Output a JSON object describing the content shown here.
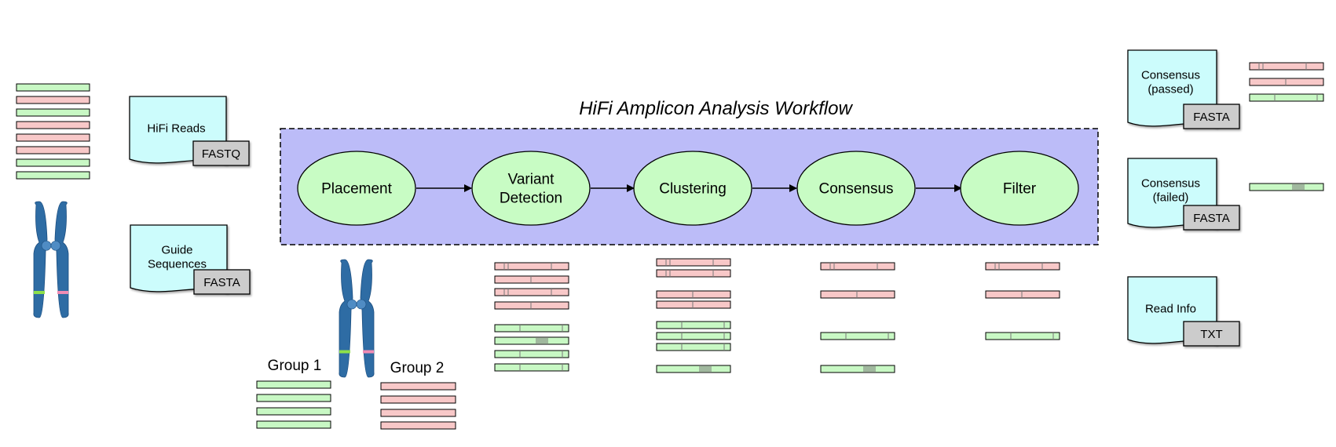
{
  "title": "HiFi Amplicon Analysis Workflow",
  "workflow_steps": [
    "Placement",
    "Variant\nDetection",
    "Clustering",
    "Consensus",
    "Filter"
  ],
  "inputs": [
    {
      "label": "HiFi Reads",
      "format": "FASTQ"
    },
    {
      "label": "Guide\nSequences",
      "format": "FASTA"
    }
  ],
  "outputs": [
    {
      "label": "Consensus\n(passed)",
      "format": "FASTA"
    },
    {
      "label": "Consensus\n(failed)",
      "format": "FASTA"
    },
    {
      "label": "Read Info",
      "format": "TXT"
    }
  ],
  "groups": {
    "group1": "Group 1",
    "group2": "Group 2"
  },
  "colors": {
    "workflow_box": "#bcbcf8",
    "ellipse": "#c8fcc4",
    "doc": "#ccfcfc",
    "tag": "#cccccc",
    "read_green": "#c8f8c4",
    "read_pink": "#f8c8c8",
    "chromosome": "#2e6ca4"
  }
}
